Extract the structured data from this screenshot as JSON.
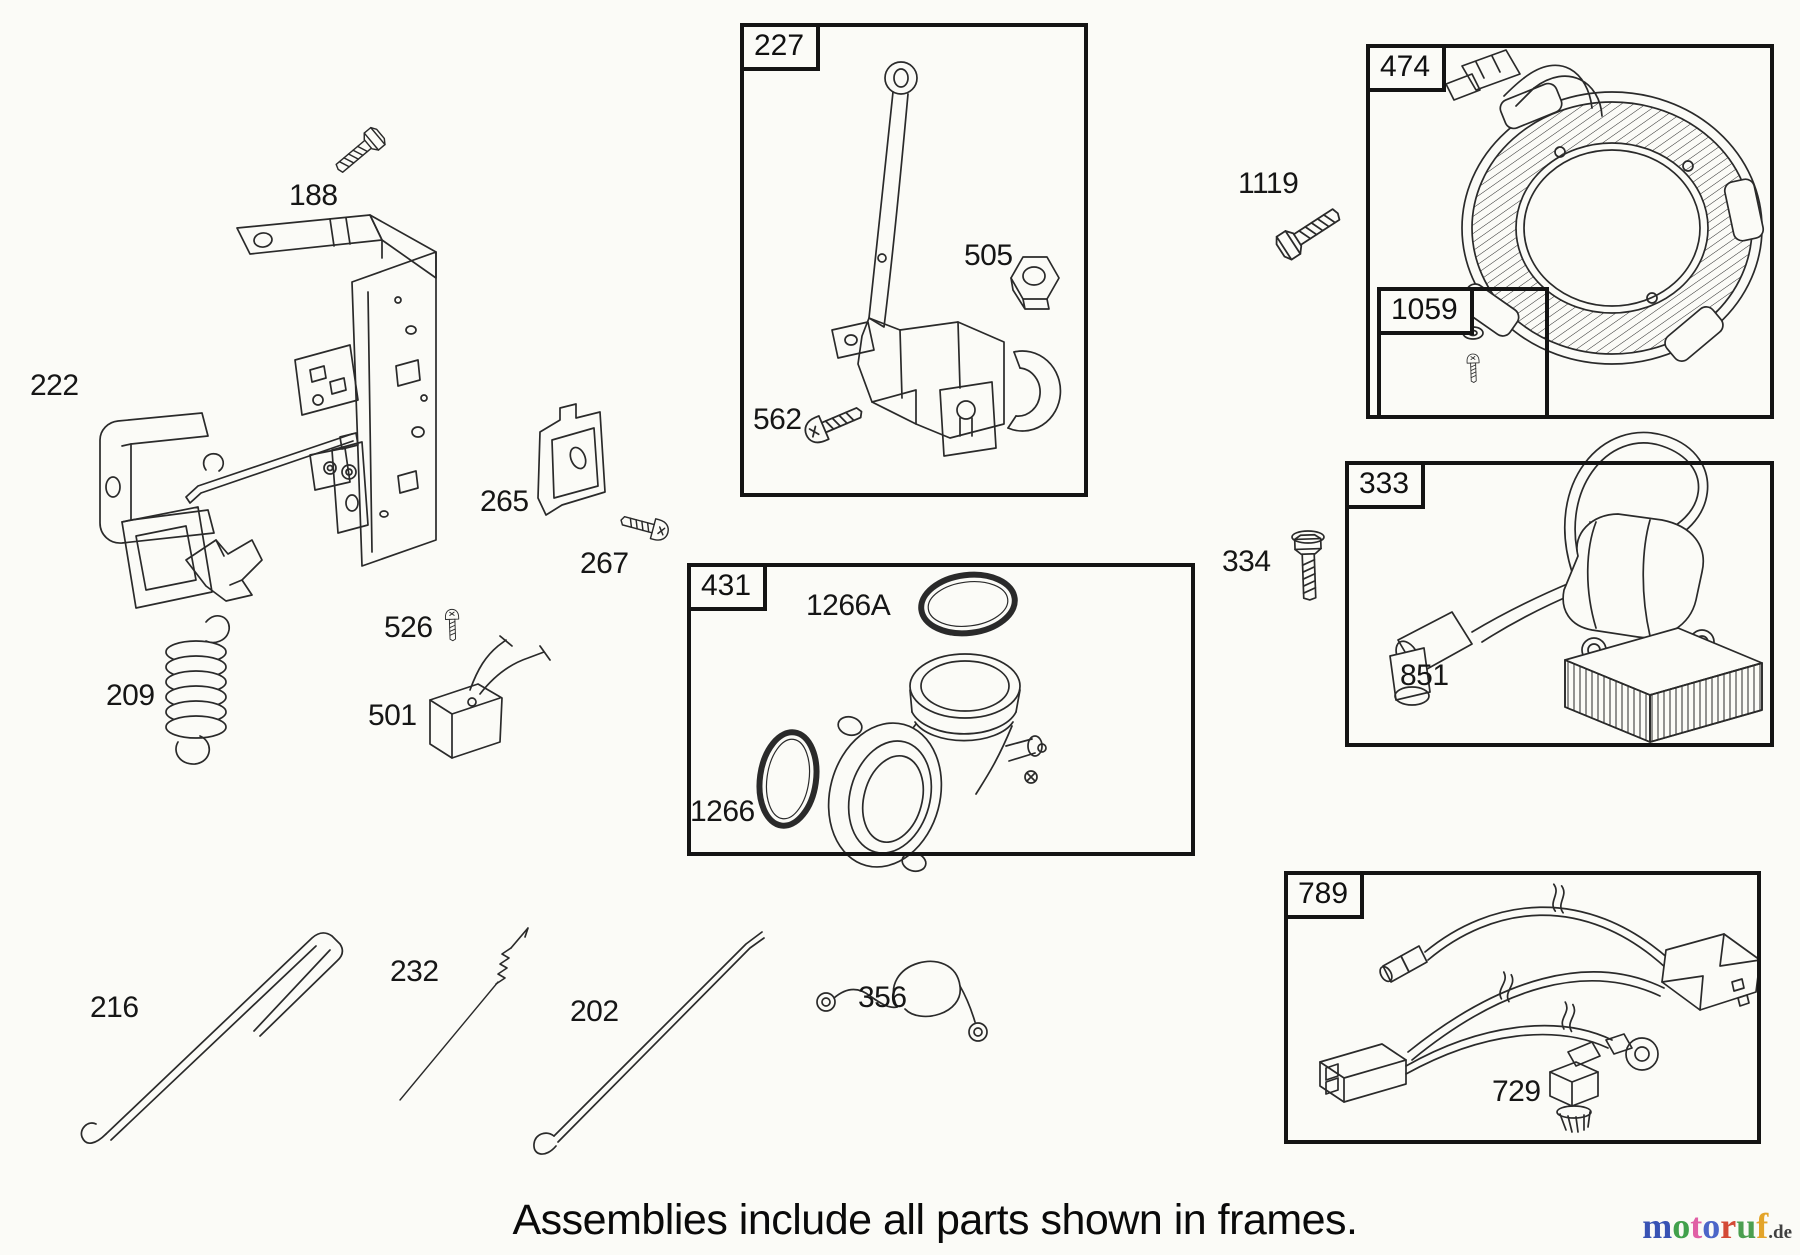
{
  "caption": "Assemblies include all parts shown in frames.",
  "brand": {
    "letters": [
      {
        "ch": "m",
        "color": "#3853b4"
      },
      {
        "ch": "o",
        "color": "#41a14c"
      },
      {
        "ch": "t",
        "color": "#e05fa5"
      },
      {
        "ch": "o",
        "color": "#4c66c8"
      },
      {
        "ch": "r",
        "color": "#d44a36"
      },
      {
        "ch": "u",
        "color": "#4b9f50"
      },
      {
        "ch": "f",
        "color": "#e3a42a"
      }
    ],
    "suffix": ".de",
    "suffix_color": "#414141"
  },
  "frames": [
    {
      "id": "227",
      "label": "227"
    },
    {
      "id": "474",
      "label": "474"
    },
    {
      "id": "1059",
      "label": "1059"
    },
    {
      "id": "333",
      "label": "333"
    },
    {
      "id": "431",
      "label": "431"
    },
    {
      "id": "789",
      "label": "789"
    }
  ],
  "parts": [
    {
      "id": "188",
      "label": "188"
    },
    {
      "id": "222",
      "label": "222"
    },
    {
      "id": "265",
      "label": "265"
    },
    {
      "id": "267",
      "label": "267"
    },
    {
      "id": "526",
      "label": "526"
    },
    {
      "id": "501",
      "label": "501"
    },
    {
      "id": "209",
      "label": "209"
    },
    {
      "id": "216",
      "label": "216"
    },
    {
      "id": "232",
      "label": "232"
    },
    {
      "id": "202",
      "label": "202"
    },
    {
      "id": "356",
      "label": "356"
    },
    {
      "id": "562",
      "label": "562"
    },
    {
      "id": "505",
      "label": "505"
    },
    {
      "id": "1119",
      "label": "1119"
    },
    {
      "id": "334",
      "label": "334"
    },
    {
      "id": "851",
      "label": "851"
    },
    {
      "id": "1266A",
      "label": "1266A"
    },
    {
      "id": "1266",
      "label": "1266"
    },
    {
      "id": "729",
      "label": "729"
    }
  ],
  "colors": {
    "ink": "#2a2a2a",
    "background": "#fbfbf7"
  }
}
